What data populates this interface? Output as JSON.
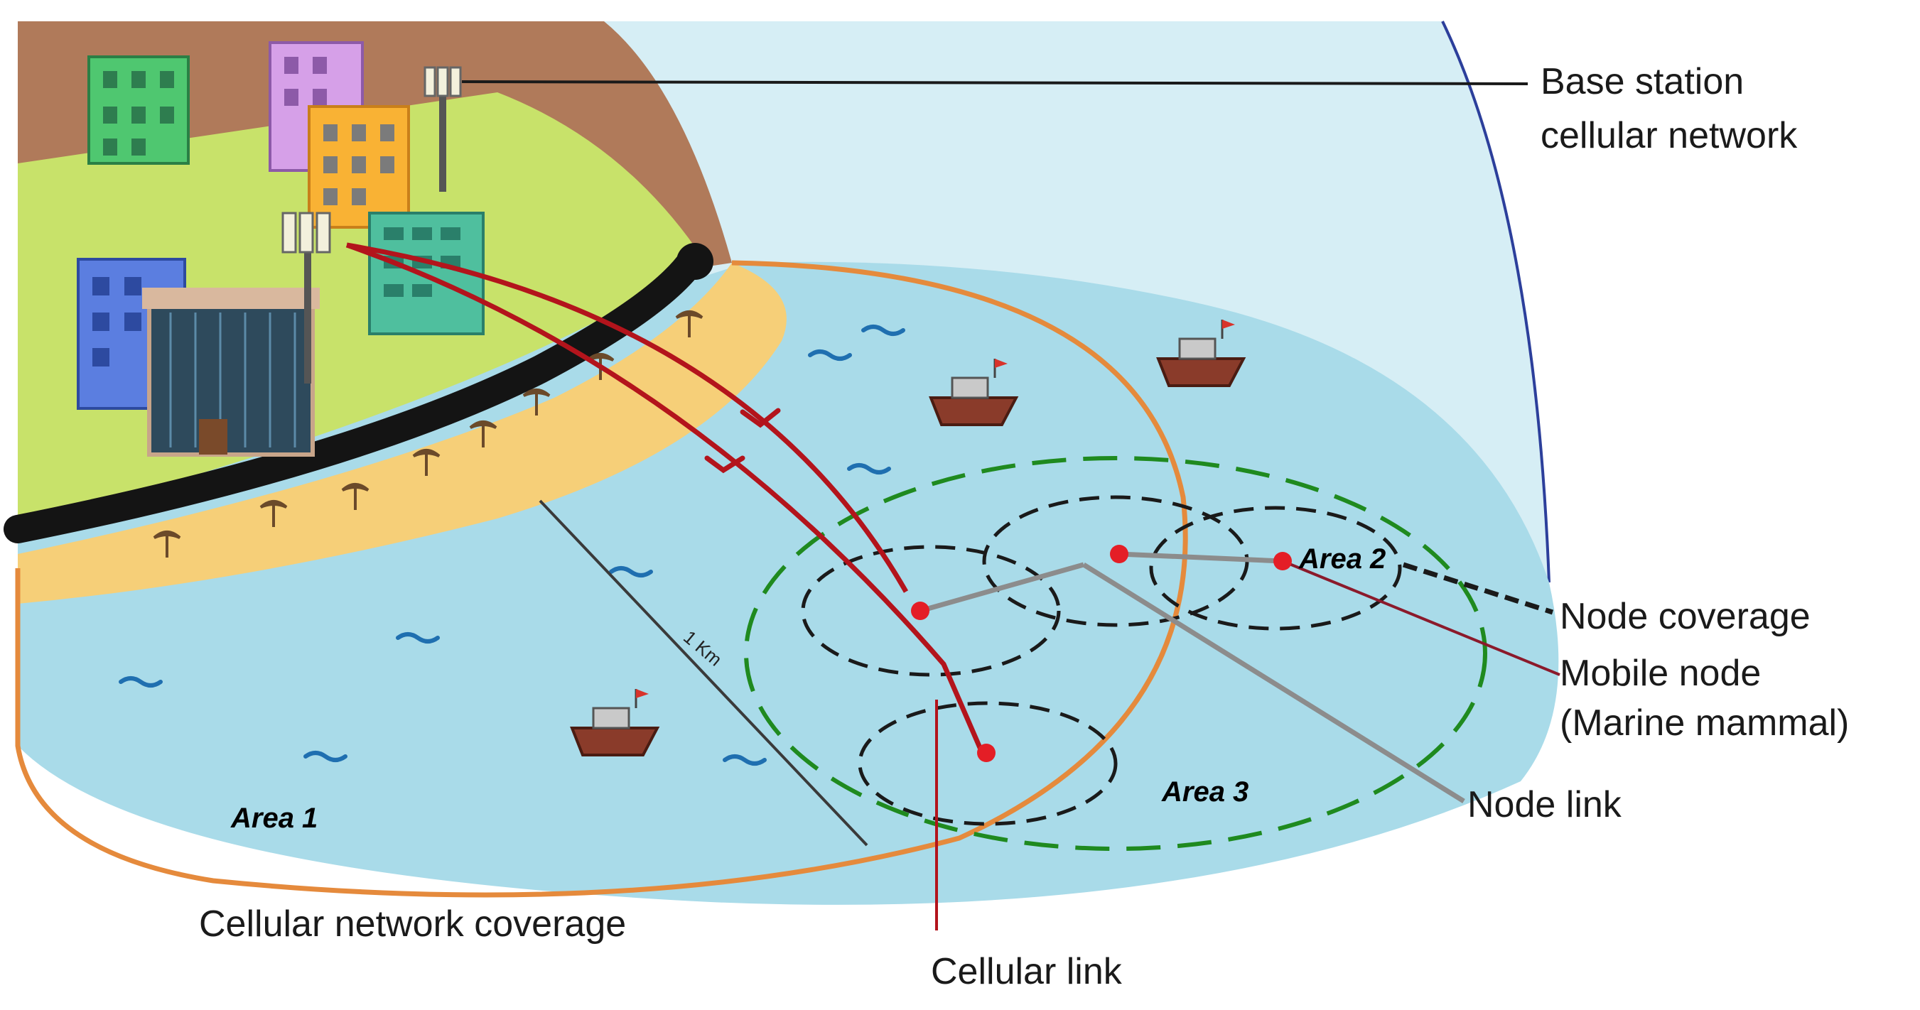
{
  "labels": {
    "base_station": [
      "Base station",
      "cellular network"
    ],
    "node_coverage": "Node coverage",
    "mobile_node": [
      "Mobile node",
      "(Marine mammal)"
    ],
    "node_link": "Node link",
    "cellular_link": "Cellular link",
    "cellular_coverage": "Cellular network coverage",
    "distance": "1 Km",
    "area1": "Area 1",
    "area2": "Area 2",
    "area3": "Area 3"
  },
  "colors": {
    "sea": "#a9dbe9",
    "sky": "#d6eef5",
    "hill": "#b07a5a",
    "grass": "#c8e26a",
    "beach": "#f6cf78",
    "road": "#141414",
    "cellular_coverage_ring": "#e58a3c",
    "area3_boundary": "#1f8a1f",
    "node_coverage_ring": "#1a1a1a",
    "node": "#e41e26",
    "node_link": "#8c8c8c",
    "cellular_link": "#b3141c",
    "mobile_node_leader": "#8b1a2b"
  },
  "icons": [
    "building-icon",
    "base-station-icon",
    "boat-icon",
    "palm-tree-icon",
    "wave-icon"
  ]
}
